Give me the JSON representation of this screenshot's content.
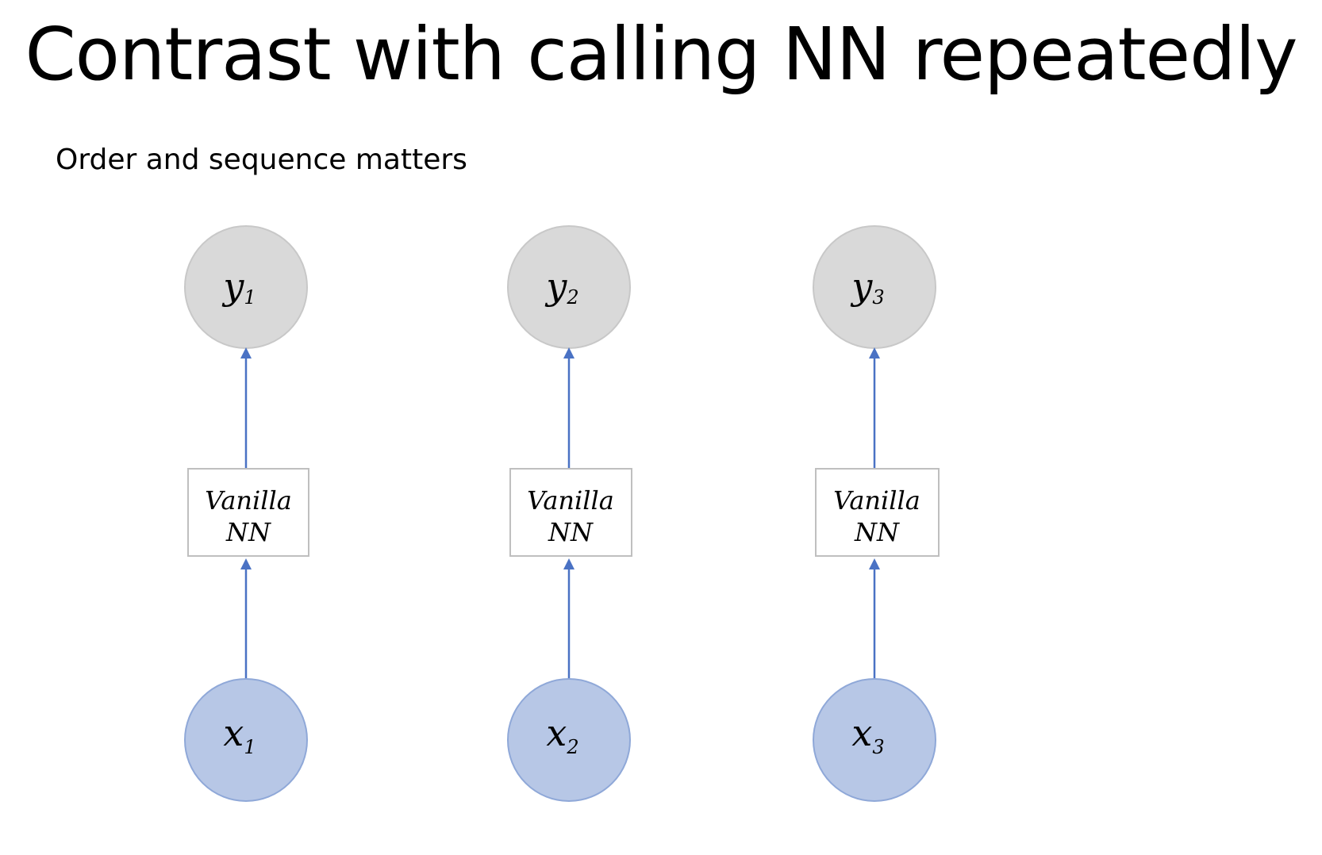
{
  "title": "Contrast with calling NN repeatedly",
  "subtitle": "Order and sequence matters",
  "colors": {
    "output_fill": "#d9d9d9",
    "output_stroke": "#c8c8c8",
    "input_fill": "#b7c7e6",
    "input_stroke": "#8fa8d8",
    "arrow": "#4a72c4",
    "box_stroke": "#bfbfbf"
  },
  "columns": [
    {
      "output": {
        "base": "y",
        "sub": "1"
      },
      "box": {
        "line1": "Vanilla",
        "line2": "NN"
      },
      "input": {
        "base": "x",
        "sub": "1"
      }
    },
    {
      "output": {
        "base": "y",
        "sub": "2"
      },
      "box": {
        "line1": "Vanilla",
        "line2": "NN"
      },
      "input": {
        "base": "x",
        "sub": "2"
      }
    },
    {
      "output": {
        "base": "y",
        "sub": "3"
      },
      "box": {
        "line1": "Vanilla",
        "line2": "NN"
      },
      "input": {
        "base": "x",
        "sub": "3"
      }
    }
  ]
}
